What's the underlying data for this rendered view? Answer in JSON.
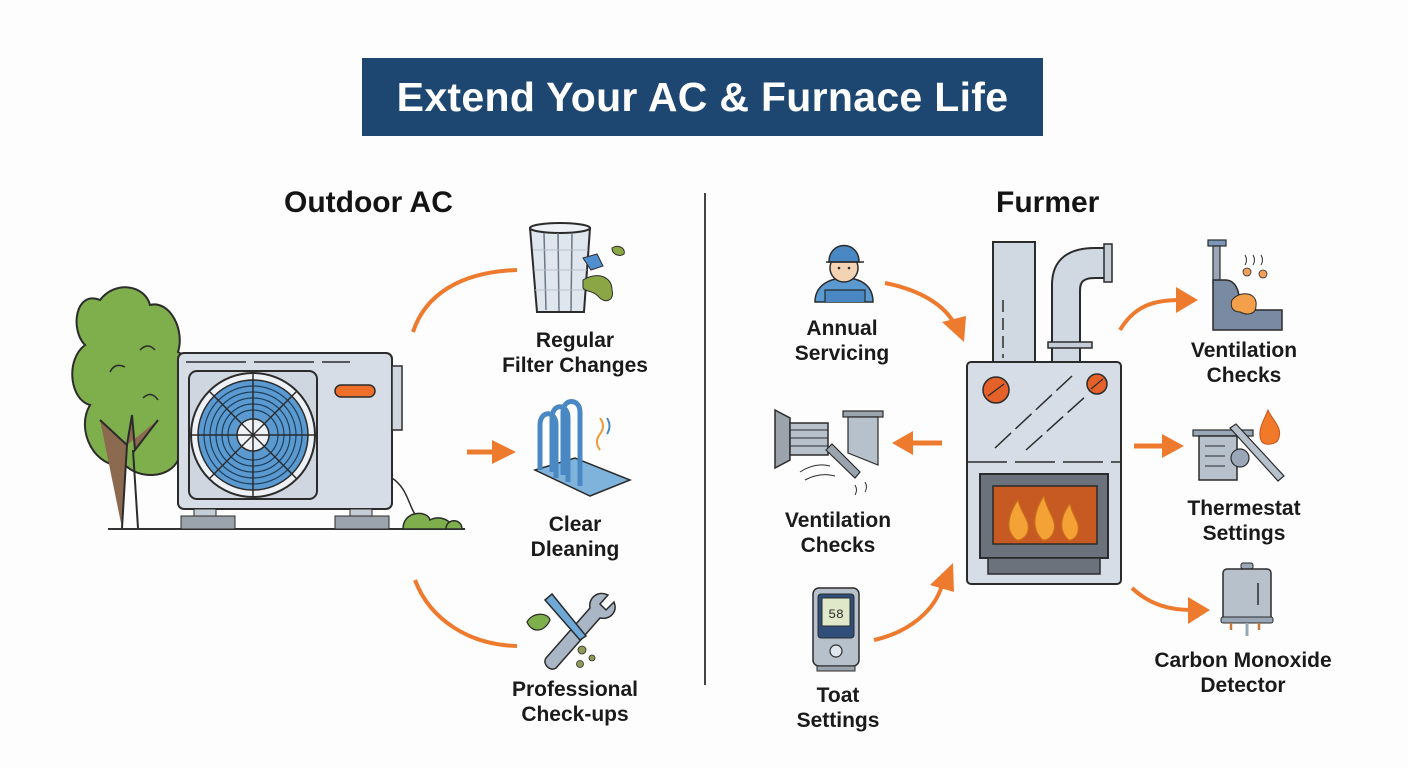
{
  "title": "Extend Your AC & Furnace Life",
  "colors": {
    "banner": "#1d4670",
    "arrow": "#ee7a2e",
    "unit_body": "#d6dde6",
    "fan_blue": "#5a9ad0",
    "tree_green": "#7fae4c",
    "flame_orange": "#f29a2e",
    "firebox": "#c65a22"
  },
  "left_section": {
    "heading": "Outdoor AC",
    "illustration": "outdoor-ac-unit-with-tree",
    "items": [
      {
        "icon": "air-filter-icon",
        "line1": "Regular",
        "line2": "Filter Changes"
      },
      {
        "icon": "coil-cleaning-icon",
        "line1": "Clear",
        "line2": "Dleaning"
      },
      {
        "icon": "wrench-tools-icon",
        "line1": "Professional",
        "line2": "Check-ups"
      }
    ]
  },
  "right_section": {
    "heading": "Furmer",
    "illustration": "furnace-with-flames",
    "left_items": [
      {
        "icon": "technician-icon",
        "line1": "Annual",
        "line2": "Servicing"
      },
      {
        "icon": "vent-duct-icon",
        "line1": "Ventilation",
        "line2": "Checks"
      },
      {
        "icon": "thermostat-device-icon",
        "line1": "Toat",
        "line2": "Settings",
        "display": "58"
      }
    ],
    "right_items": [
      {
        "icon": "ventilation-flue-icon",
        "line1": "Ventilation",
        "line2": "Checks"
      },
      {
        "icon": "thermostat-burner-icon",
        "line1": "Thermestat",
        "line2": "Settings"
      },
      {
        "icon": "co-detector-icon",
        "line1": "Carbon Monoxide",
        "line2": "Detector"
      }
    ]
  }
}
